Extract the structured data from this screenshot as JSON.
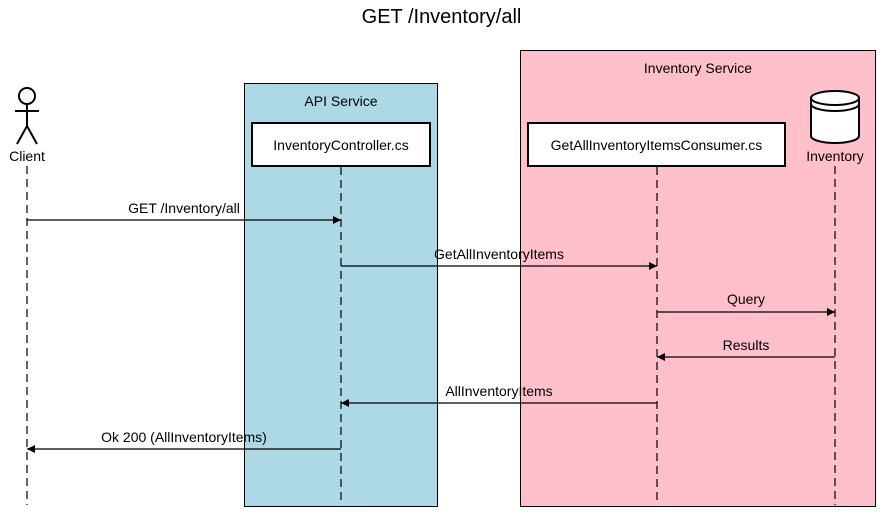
{
  "title": "GET /Inventory/all",
  "groups": {
    "api": "API Service",
    "inventory": "Inventory Service"
  },
  "participants": {
    "client": "Client",
    "controller": "InventoryController.cs",
    "consumer": "GetAllInventoryItemsConsumer.cs",
    "database": "Inventory"
  },
  "messages": [
    {
      "from": "client",
      "to": "controller",
      "label": "GET  /Inventory/all"
    },
    {
      "from": "controller",
      "to": "consumer",
      "label": "GetAllInventoryItems"
    },
    {
      "from": "consumer",
      "to": "database",
      "label": "Query"
    },
    {
      "from": "database",
      "to": "consumer",
      "label": "Results"
    },
    {
      "from": "consumer",
      "to": "controller",
      "label": "AllInventoryItems"
    },
    {
      "from": "controller",
      "to": "client",
      "label": "Ok 200 (AllInventoryItems)"
    }
  ]
}
